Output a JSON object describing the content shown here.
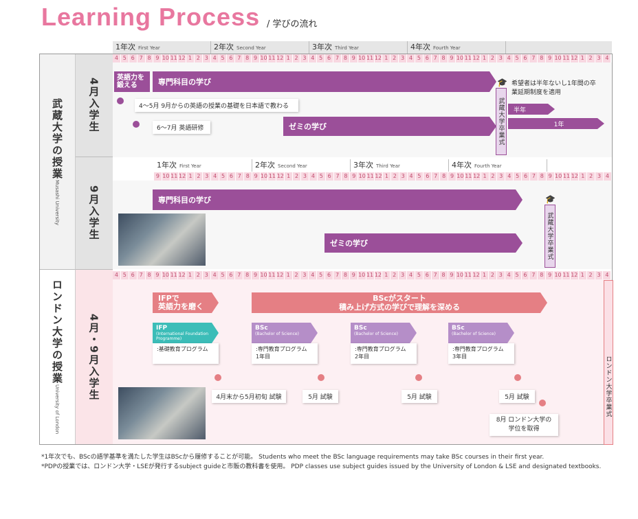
{
  "title": "Learning Process",
  "subtitle": "/ 学びの流れ",
  "musashi": {
    "label": "武蔵大学の授業",
    "label_en": "Musashi University",
    "april": {
      "label": "4月入学生",
      "years": [
        {
          "jp": "1年次",
          "en": "First Year"
        },
        {
          "jp": "2年次",
          "en": "Second Year"
        },
        {
          "jp": "3年次",
          "en": "Third Year"
        },
        {
          "jp": "4年次",
          "en": "Fourth Year"
        }
      ],
      "months": [
        "4",
        "5",
        "6",
        "7",
        "8",
        "9",
        "10",
        "11",
        "12",
        "1",
        "2",
        "3",
        "4",
        "5",
        "6",
        "7",
        "8",
        "9",
        "10",
        "11",
        "12",
        "1",
        "2",
        "3",
        "4",
        "5",
        "6",
        "7",
        "8",
        "9",
        "10",
        "11",
        "12",
        "1",
        "2",
        "3",
        "4",
        "5",
        "6",
        "7",
        "8",
        "9",
        "10",
        "11",
        "12",
        "1",
        "2",
        "3",
        "4",
        "5",
        "6",
        "7",
        "8",
        "9",
        "10",
        "11",
        "12",
        "1",
        "2",
        "3",
        "4"
      ],
      "english_bar": "英語力を鍛える",
      "major_bar": "専門科目の学び",
      "seminar_bar": "ゼミの学び",
      "note1": "4〜5月 9月からの英語の授業の基礎を日本語で教わる",
      "note2": "6〜7月 英語研修",
      "grad": "武蔵大学卒業式",
      "extension_note": "希望者は半年ないし1年間の卒業延期制度を適用",
      "half_year": "半年",
      "one_year": "1年"
    },
    "sept": {
      "label": "9月入学生",
      "years": [
        {
          "jp": "1年次",
          "en": "First Year"
        },
        {
          "jp": "2年次",
          "en": "Second Year"
        },
        {
          "jp": "3年次",
          "en": "Third Year"
        },
        {
          "jp": "4年次",
          "en": "Fourth Year"
        }
      ],
      "months": [
        "9",
        "10",
        "11",
        "12",
        "1",
        "2",
        "3",
        "4",
        "5",
        "6",
        "7",
        "8",
        "9",
        "10",
        "11",
        "12",
        "1",
        "2",
        "3",
        "4",
        "5",
        "6",
        "7",
        "8",
        "9",
        "10",
        "11",
        "12",
        "1",
        "2",
        "3",
        "4",
        "5",
        "6",
        "7",
        "8",
        "9",
        "10",
        "11",
        "12",
        "1",
        "2",
        "3",
        "4",
        "5",
        "6",
        "7",
        "8",
        "9",
        "10",
        "11",
        "12",
        "1",
        "2",
        "3",
        "4"
      ],
      "major_bar": "専門科目の学び",
      "seminar_bar": "ゼミの学び",
      "grad": "武蔵大学卒業式"
    }
  },
  "london": {
    "label": "ロンドン大学の授業",
    "label_en": "University of London",
    "group_label": "4月・9月入学生",
    "months": [
      "4",
      "5",
      "6",
      "7",
      "8",
      "9",
      "10",
      "11",
      "12",
      "1",
      "2",
      "3",
      "4",
      "5",
      "6",
      "7",
      "8",
      "9",
      "10",
      "11",
      "12",
      "1",
      "2",
      "3",
      "4",
      "5",
      "6",
      "7",
      "8",
      "9",
      "10",
      "11",
      "12",
      "1",
      "2",
      "3",
      "4",
      "5",
      "6",
      "7",
      "8",
      "9",
      "10",
      "11",
      "12",
      "1",
      "2",
      "3",
      "4",
      "5",
      "6",
      "7",
      "8",
      "9",
      "10",
      "11",
      "12",
      "1",
      "2",
      "3",
      "4"
    ],
    "ifp_bar": "IFPで\n英語力を磨く",
    "bsc_bar_line1": "BScがスタート",
    "bsc_bar_line2": "積み上げ方式の学びで理解を深める",
    "ifp": {
      "title": "IFP",
      "sub": "(International Foundation Programme)",
      "desc": ":基礎教育プログラム"
    },
    "bsc1": {
      "title": "BSc",
      "sub": "(Bachelor of Science)",
      "desc": ":専門教育プログラム",
      "year": "1年目"
    },
    "bsc2": {
      "title": "BSc",
      "sub": "(Bachelor of Science)",
      "desc": ":専門教育プログラム",
      "year": "2年目"
    },
    "bsc3": {
      "title": "BSc",
      "sub": "(Bachelor of Science)",
      "desc": ":専門教育プログラム",
      "year": "3年目"
    },
    "exam1": "4月末から5月初旬 試験",
    "exam2": "5月 試験",
    "exam3": "5月 試験",
    "exam4": "5月 試験",
    "degree": "8月 ロンドン大学の学位を取得",
    "grad": "ロンドン大学卒業式"
  },
  "footnotes": [
    "*1年次でも、BScの語学基準を満たした学生はBScから履修することが可能。 Students who meet the BSc language requirements may take BSc courses in their first year.",
    "*PDPの授業では、ロンドン大学・LSEが発行するsubject guideと市販の教科書を使用。 PDP classes use subject guides issued by the University of London & LSE and designated textbooks."
  ],
  "colors": {
    "purple": "#9b4f99",
    "pink": "#e8779f",
    "coral": "#e57f84",
    "teal": "#3cbdb8",
    "lilac": "#b58ec8"
  }
}
